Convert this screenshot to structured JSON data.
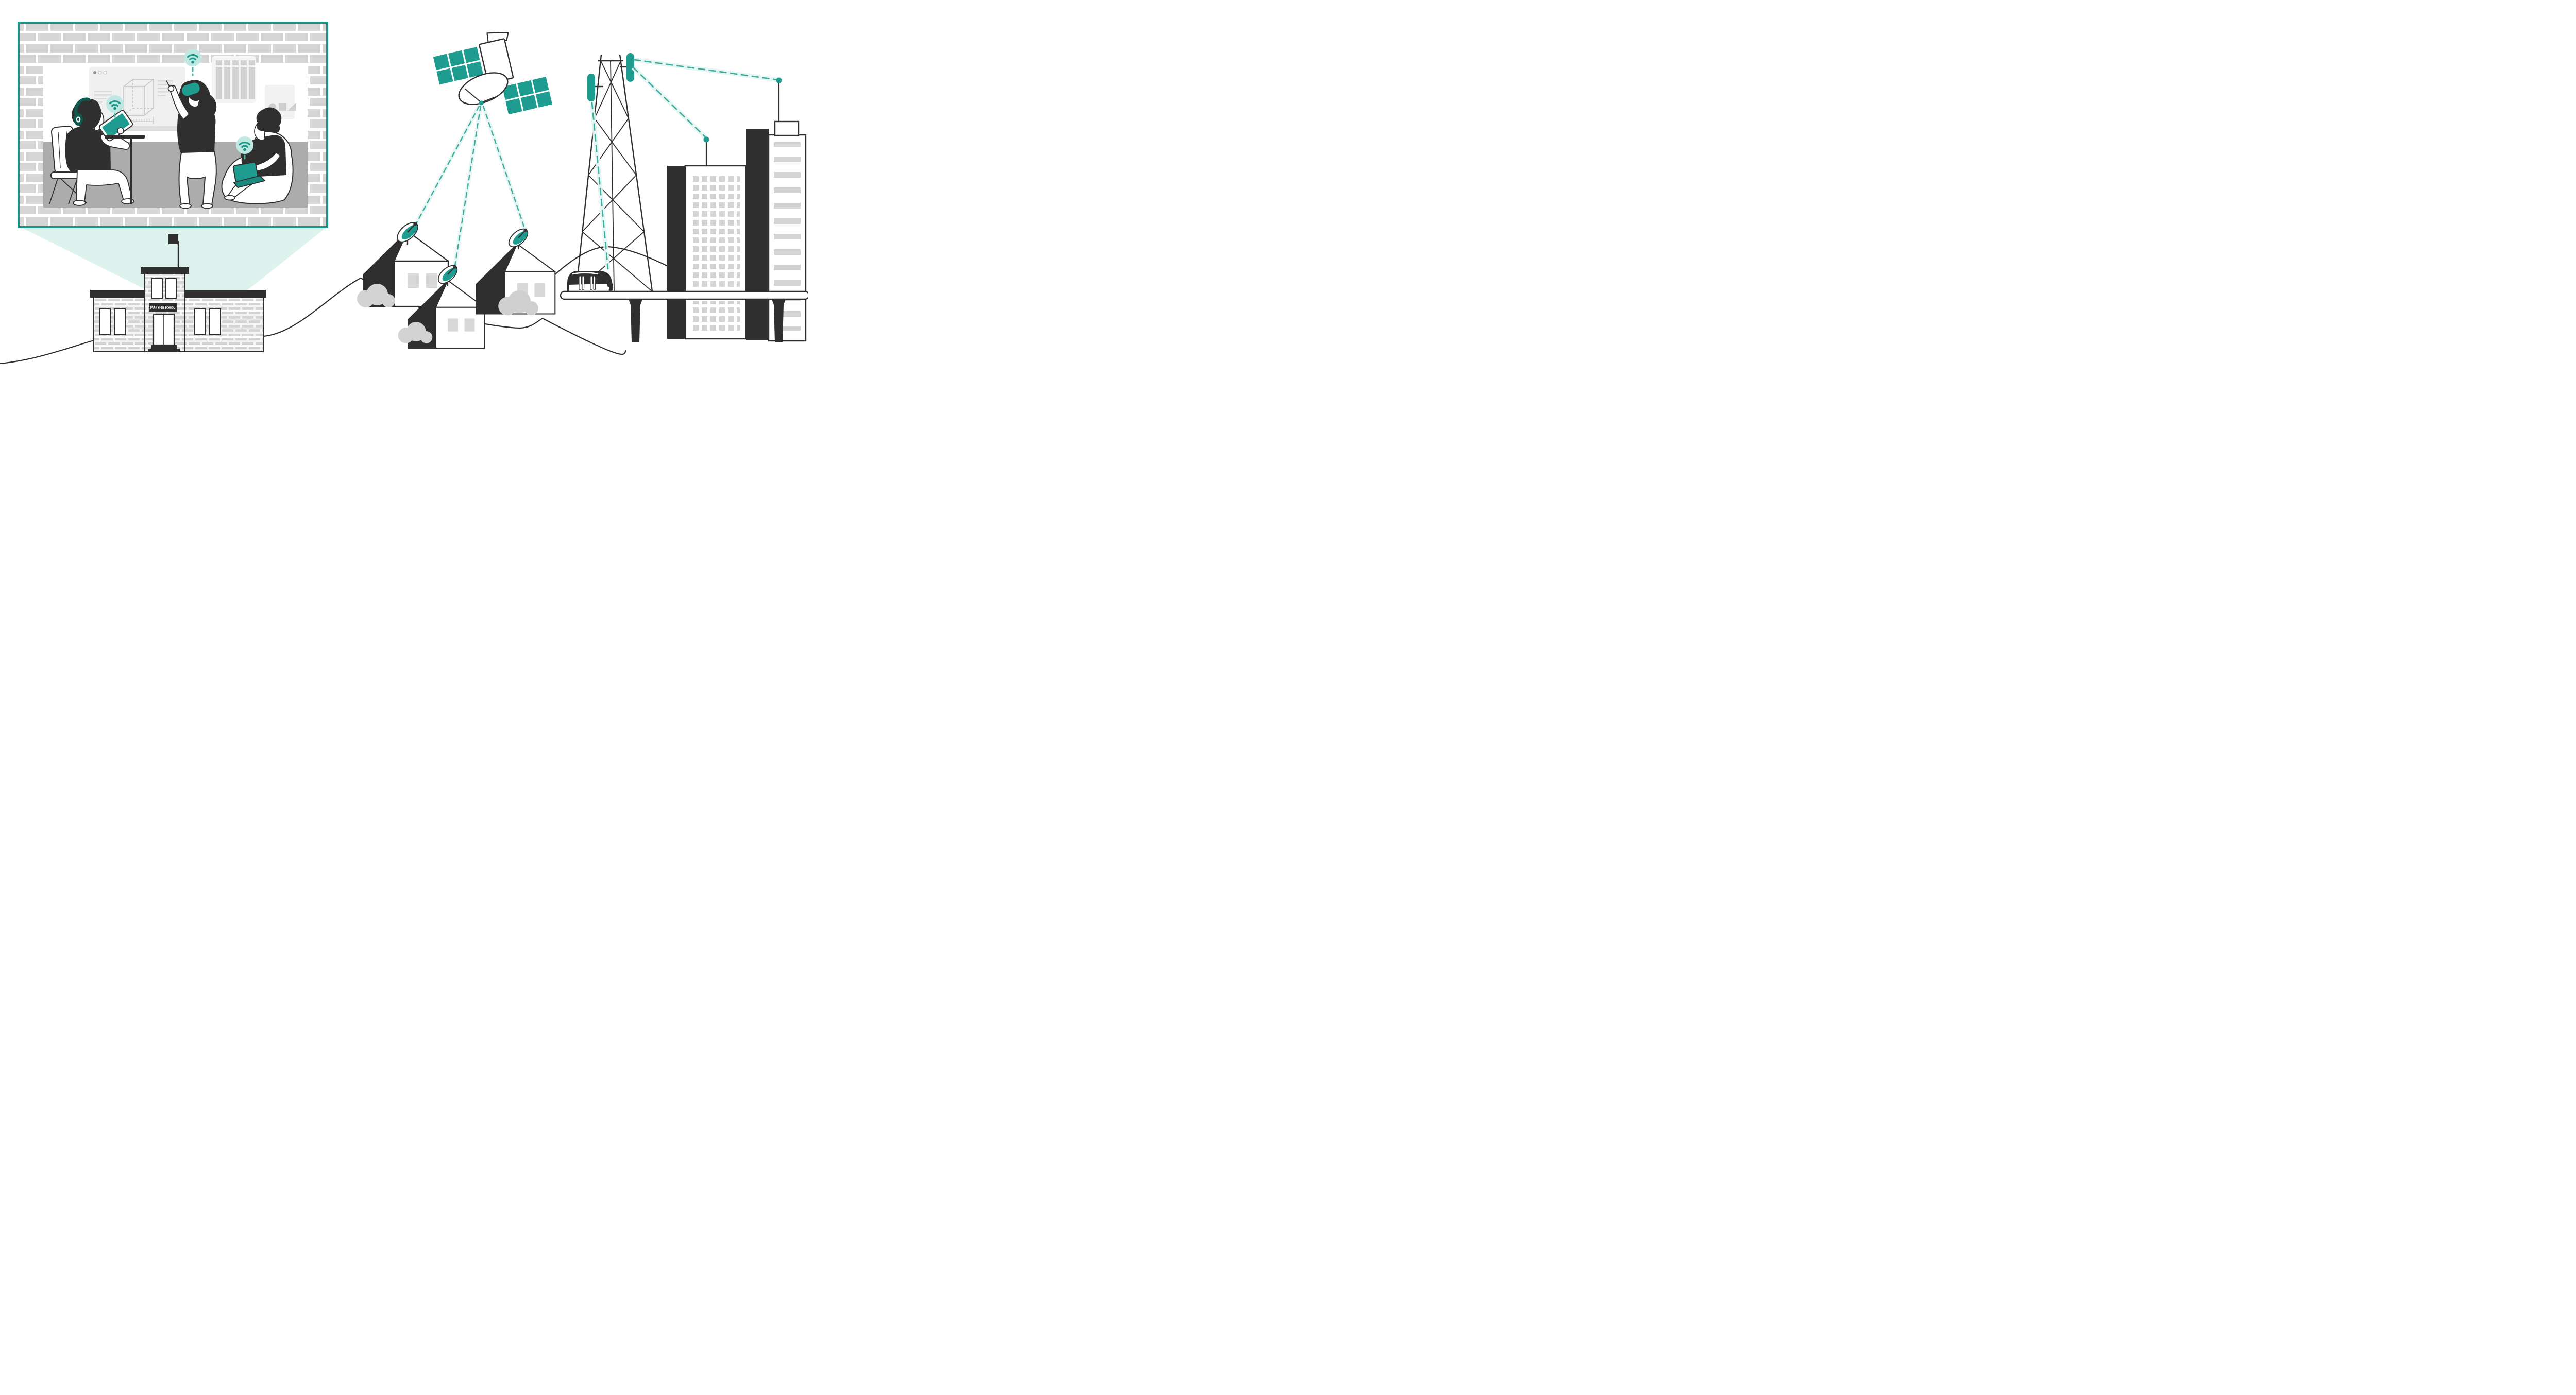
{
  "school": {
    "sign_text": "PARK HIGH SCHOOL"
  },
  "colors": {
    "teal": "#1E9C8F",
    "teal_dark": "#0F5A50",
    "badge_fill": "#BFE8E2",
    "badge_icon": "#1F978A",
    "dash_teal": "#3FAE9F",
    "dash_halo": "#E7F6F3",
    "projection_beam": "#DEF2EE",
    "ink": "#2F2F2F",
    "brick_gray": "#D6D6D6",
    "floor_gray": "#ACACAC",
    "panel_gray": "#F1F1F1",
    "detail_gray": "#D2D2D2"
  },
  "scene": {
    "classroom_inset": {
      "wifi_badge_count": 3,
      "students": [
        "student-with-tablet-and-headphones",
        "student-with-vr-headset",
        "student-with-laptop-on-beanbag"
      ],
      "objects": [
        "whiteboard-screen",
        "cube-wireframe",
        "ruler",
        "radiator",
        "picture-frame",
        "desk",
        "chair",
        "beanbag"
      ]
    },
    "school_building": {
      "has_flag": true,
      "sign": "PARK HIGH SCHOOL"
    },
    "satellite": {
      "solar_panels": 2,
      "cells_per_panel": 6,
      "downlinks": 3
    },
    "houses": {
      "count": 3,
      "each_has": "satellite-dish"
    },
    "cell_tower": {
      "antennas": 2,
      "links": [
        "train",
        "mid-building-mast",
        "right-tower-mast"
      ]
    },
    "train": {
      "type": "monorail-on-elevated-track",
      "pillars": 2
    },
    "city_buildings": {
      "count": 3,
      "masts_with_connection_dots": 2
    }
  }
}
